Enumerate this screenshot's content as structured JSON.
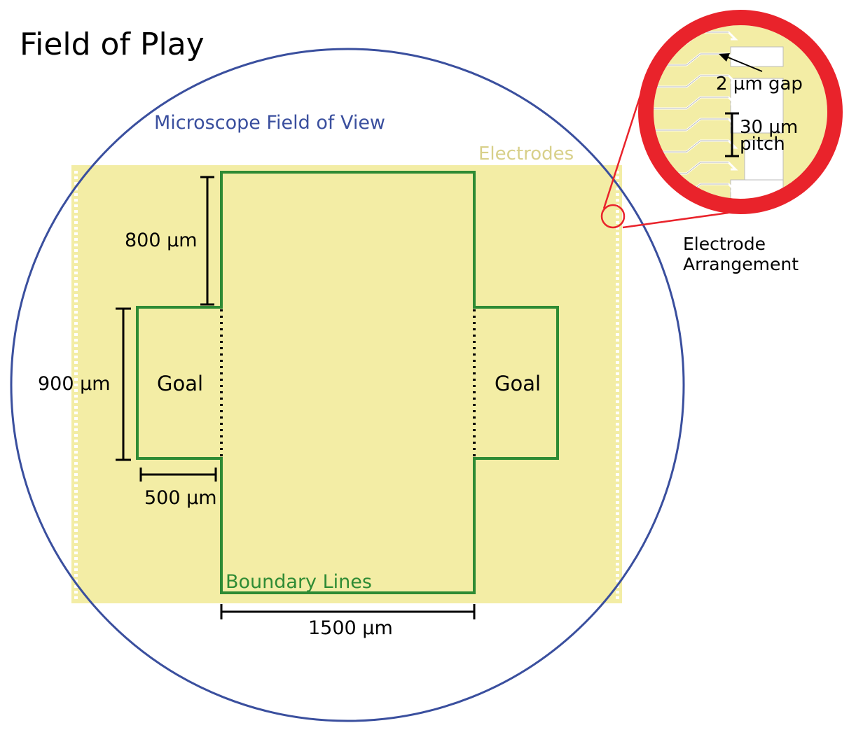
{
  "title": "Field of Play",
  "labels": {
    "microscope": "Microscope Field of View",
    "electrodes": "Electrodes",
    "boundary": "Boundary Lines",
    "goal_left": "Goal",
    "goal_right": "Goal",
    "dim_800": "800 µm",
    "dim_900": "900 µm",
    "dim_500": "500 µm",
    "dim_1500": "1500 µm",
    "inset_gap": "2 µm gap",
    "inset_pitch_value": "30 µm",
    "inset_pitch_word": "pitch",
    "inset_caption_1": "Electrode",
    "inset_caption_2": "Arrangement"
  },
  "colors": {
    "microscope": "#3a4f9e",
    "electrodes": "#f3eda5",
    "electrode_label": "#d8d08a",
    "boundary": "#2e8b34",
    "inset_ring": "#e9232b"
  }
}
